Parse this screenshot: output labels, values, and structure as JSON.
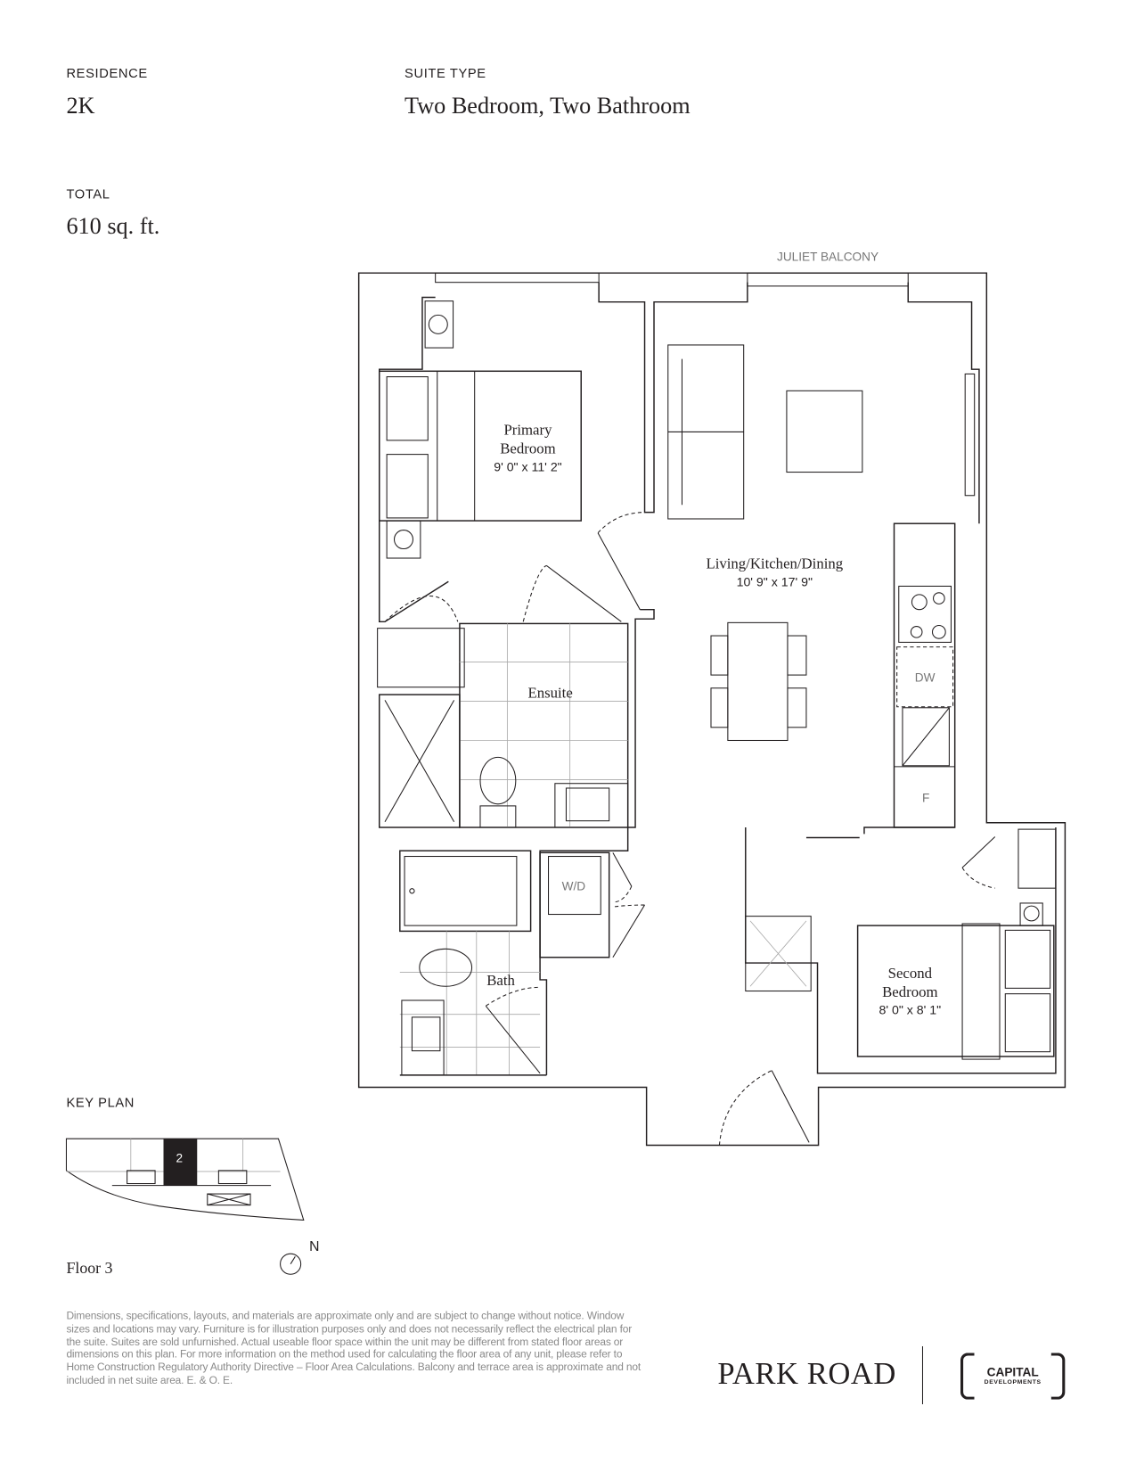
{
  "header": {
    "residence_label": "RESIDENCE",
    "residence_value": "2K",
    "suite_type_label": "SUITE TYPE",
    "suite_type_value": "Two Bedroom, Two Bathroom",
    "total_label": "TOTAL",
    "total_value": "610 sq. ft."
  },
  "plan": {
    "juliet_balcony": "JULIET BALCONY",
    "primary_bedroom": {
      "name_line1": "Primary",
      "name_line2": "Bedroom",
      "dims": "9' 0\" x 11' 2\""
    },
    "living": {
      "name": "Living/Kitchen/Dining",
      "dims": "10' 9\" x 17' 9\""
    },
    "ensuite": "Ensuite",
    "bath": "Bath",
    "second_bedroom": {
      "name_line1": "Second",
      "name_line2": "Bedroom",
      "dims": "8' 0\" x 8' 1\""
    },
    "appliances": {
      "dishwasher": "DW",
      "fridge": "F",
      "washer_dryer": "W/D"
    }
  },
  "key_plan": {
    "label": "KEY PLAN",
    "unit_number": "2",
    "floor": "Floor 3",
    "north": "N"
  },
  "disclaimer": "Dimensions, specifications, layouts, and materials are approximate only and are subject to change without notice. Window sizes and locations may vary. Furniture is for illustration purposes only and does not necessarily reflect the electrical plan for the suite. Suites are sold unfurnished. Actual useable floor space within the unit may be different from stated floor areas or dimensions on this plan. For more information on the method used for calculating the floor area of any unit, please refer to Home Construction Regulatory Authority Directive – Floor Area Calculations. Balcony and terrace area is approximate and not included in net suite area. E. & O. E.",
  "branding": {
    "project": "PARK ROAD",
    "developer_line1": "CAPITAL",
    "developer_line2": "DEVELOPMENTS"
  }
}
